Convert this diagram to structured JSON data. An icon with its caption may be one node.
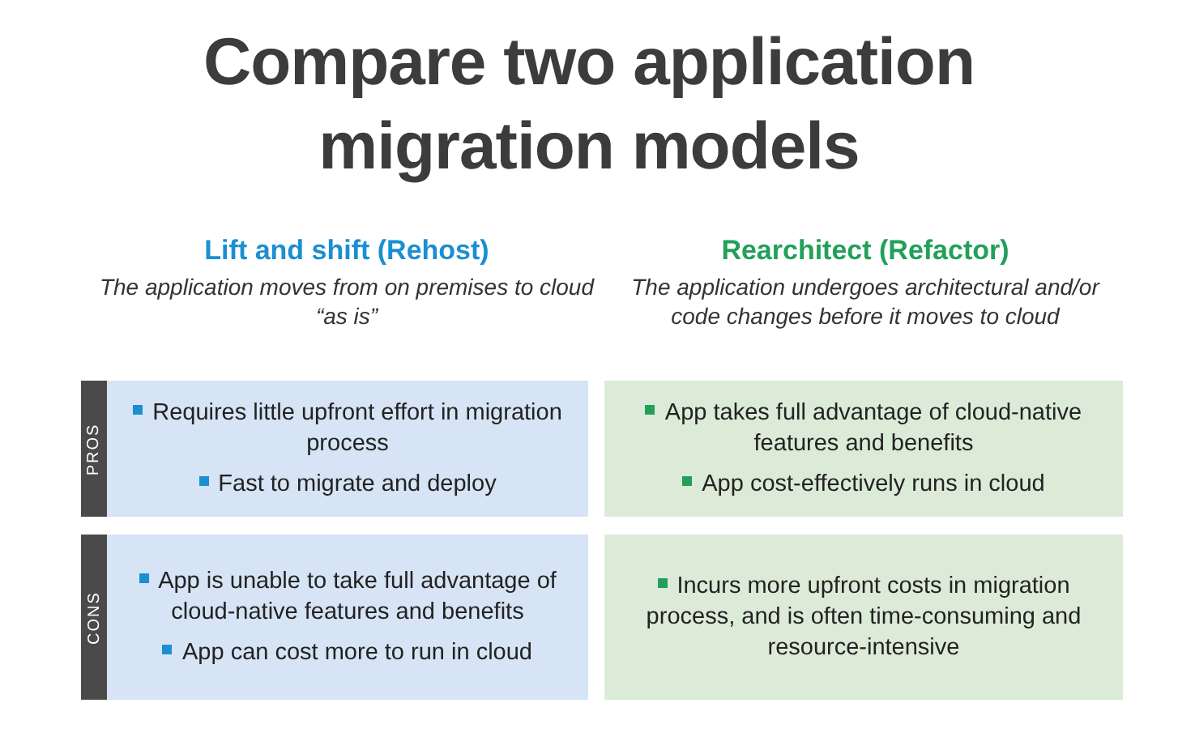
{
  "diagram": {
    "title": "Compare two application migration models",
    "nodes": [
      {
        "text": [
          "PROS"
        ]
      },
      {
        "text": [
          "Requires little upfront effort in migration process",
          "Fast to migrate and deploy"
        ]
      },
      {
        "text": [
          "App takes full advantage of cloud-native features and benefits",
          "App cost-effectively runs in cloud"
        ]
      },
      {
        "text": [
          "CONS"
        ]
      },
      {
        "text": [
          "App is unable to take full advantage of cloud-native features and benefits",
          "App can cost more to run in cloud"
        ]
      },
      {
        "text": [
          "Incurs more upfront costs in migration process, and is often time-consuming and resource-intensive"
        ]
      }
    ],
    "labels": [
      "Lift and shift (Rehost)",
      "The application moves from on premises to cloud “as is”",
      "Rearchitect (Refactor)",
      "The application undergoes architectural and/or code changes before it moves to cloud"
    ]
  }
}
